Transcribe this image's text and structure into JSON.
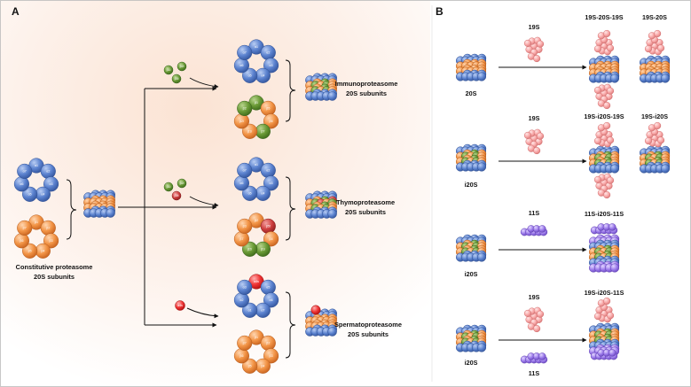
{
  "panels": {
    "a": {
      "letter": "A"
    },
    "b": {
      "letter": "B"
    }
  },
  "panel_a": {
    "constitutive_label": [
      "Constitutive proteasome",
      "20S subunits"
    ],
    "alpha_subunits": [
      "α1",
      "α2",
      "α3",
      "α4",
      "α5",
      "α6",
      "α7"
    ],
    "beta_subunits": [
      "β1",
      "β2",
      "β3",
      "β4",
      "β5",
      "β6",
      "β7"
    ],
    "immuno": {
      "label": [
        "Immunoproteasome",
        "20S subunits"
      ],
      "free_subunits": [
        "β1i",
        "β2i",
        "β5i"
      ]
    },
    "thymo": {
      "label": [
        "Thymoproteasome",
        "20S subunits"
      ],
      "free_subunits": [
        "β1i",
        "β2i",
        "β5t"
      ]
    },
    "spermato": {
      "label": [
        "Spermatoproteasome",
        "20S subunits"
      ],
      "free_subunits": [
        "α4s"
      ]
    }
  },
  "panel_b": {
    "rows": [
      {
        "core_label": "20S",
        "regulator_labels": [
          "19S"
        ],
        "products": [
          "19S-20S-19S",
          "19S-20S"
        ]
      },
      {
        "core_label": "i20S",
        "regulator_labels": [
          "19S"
        ],
        "products": [
          "19S-i20S-19S",
          "19S-i20S"
        ]
      },
      {
        "core_label": "i20S",
        "regulator_labels": [
          "11S"
        ],
        "products": [
          "11S-i20S-11S"
        ]
      },
      {
        "core_label": "i20S",
        "regulator_labels": [
          "19S",
          "11S"
        ],
        "products": [
          "19S-i20S-11S"
        ]
      }
    ]
  },
  "colors": {
    "alpha_blue": "#4a72c4",
    "beta_orange": "#f08a3c",
    "immuno_green": "#5a8a2e",
    "thymo_red": "#c33a3a",
    "regulator_19s_pink": "#f7a6a6",
    "regulator_11s_purple": "#9a78e6"
  }
}
